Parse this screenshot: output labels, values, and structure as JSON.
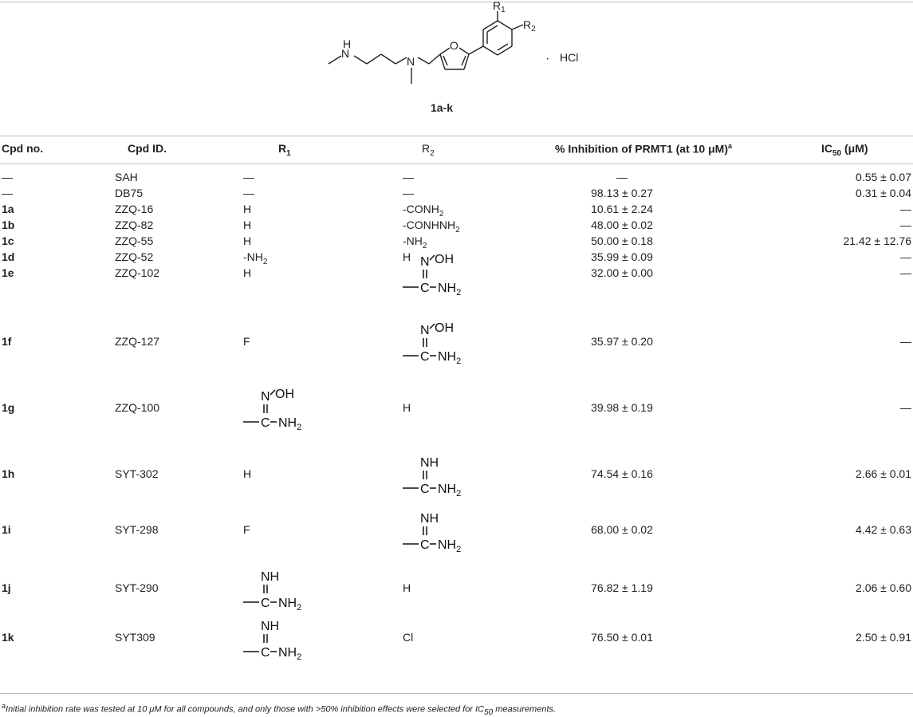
{
  "scaffold": {
    "label_r1": "R",
    "label_r1_sub": "1",
    "label_r2": "R",
    "label_r2_sub": "2",
    "label_n": "N",
    "label_h": "H",
    "label_o": "O",
    "salt_dot": "·",
    "salt": "HCl",
    "caption": "1a-k"
  },
  "headers": {
    "cpd_no": "Cpd no.",
    "cpd_id": "Cpd ID.",
    "r1": "R",
    "r1_sub": "1",
    "r2": "R",
    "r2_sub": "2",
    "inhibition": "% Inhibition of PRMT1 (at 10 μM)",
    "inhibition_sup": "a",
    "ic50": "IC",
    "ic50_sub": "50",
    "ic50_unit": " (μM)"
  },
  "groups": {
    "amidoxime": {
      "n": "N",
      "oh": "OH",
      "c": "C",
      "nh2": "NH",
      "nh2_sub": "2"
    },
    "amidine": {
      "nh": "NH",
      "c": "C",
      "nh2": "NH",
      "nh2_sub": "2"
    }
  },
  "rows": [
    {
      "no": "—",
      "id": "SAH",
      "r1": "—",
      "r2": "—",
      "inhibition": "—",
      "ic50": "0.55 ± 0.07"
    },
    {
      "no": "—",
      "id": "DB75",
      "r1": "—",
      "r2": "—",
      "inhibition": "98.13 ± 0.27",
      "ic50": "0.31 ± 0.04"
    },
    {
      "no": "1a",
      "id": "ZZQ-16",
      "r1": "H",
      "r2": "-CONH",
      "r2_sub": "2",
      "inhibition": "10.61 ± 2.24",
      "ic50": "—"
    },
    {
      "no": "1b",
      "id": "ZZQ-82",
      "r1": "H",
      "r2": "-CONHNH",
      "r2_sub": "2",
      "inhibition": "48.00 ± 0.02",
      "ic50": "—"
    },
    {
      "no": "1c",
      "id": "ZZQ-55",
      "r1": "H",
      "r2": "-NH",
      "r2_sub": "2",
      "inhibition": "50.00 ± 0.18",
      "ic50": "21.42 ± 12.76"
    },
    {
      "no": "1d",
      "id": "ZZQ-52",
      "r1": "-NH",
      "r1_sub": "2",
      "r2": "H",
      "inhibition": "35.99 ± 0.09",
      "ic50": "—"
    },
    {
      "no": "1e",
      "id": "ZZQ-102",
      "r1": "H",
      "r2": "amidoxime",
      "inhibition": "32.00 ± 0.00",
      "ic50": "—"
    },
    {
      "no": "1f",
      "id": "ZZQ-127",
      "r1": "F",
      "r2": "amidoxime",
      "inhibition": "35.97 ± 0.20",
      "ic50": "—"
    },
    {
      "no": "1g",
      "id": "ZZQ-100",
      "r1": "amidoxime",
      "r2": "H",
      "inhibition": "39.98 ± 0.19",
      "ic50": "—"
    },
    {
      "no": "1h",
      "id": "SYT-302",
      "r1": "H",
      "r2": "amidine",
      "inhibition": "74.54 ± 0.16",
      "ic50": "2.66 ± 0.01"
    },
    {
      "no": "1i",
      "id": "SYT-298",
      "r1": "F",
      "r2": "amidine",
      "inhibition": "68.00 ± 0.02",
      "ic50": "4.42 ± 0.63"
    },
    {
      "no": "1j",
      "id": "SYT-290",
      "r1": "amidine",
      "r2": "H",
      "inhibition": "76.82 ± 1.19",
      "ic50": "2.06 ± 0.60"
    },
    {
      "no": "1k",
      "id": "SYT309",
      "r1": "amidine",
      "r2": "Cl",
      "inhibition": "76.50 ± 0.01",
      "ic50": "2.50 ± 0.91"
    }
  ],
  "footnote": {
    "mark": "a",
    "text_before": "Initial inhibition rate was tested at 10 μM for all compounds, and only those with >50% inhibition effects were selected for IC",
    "text_sub": "50",
    "text_after": " measurements."
  }
}
